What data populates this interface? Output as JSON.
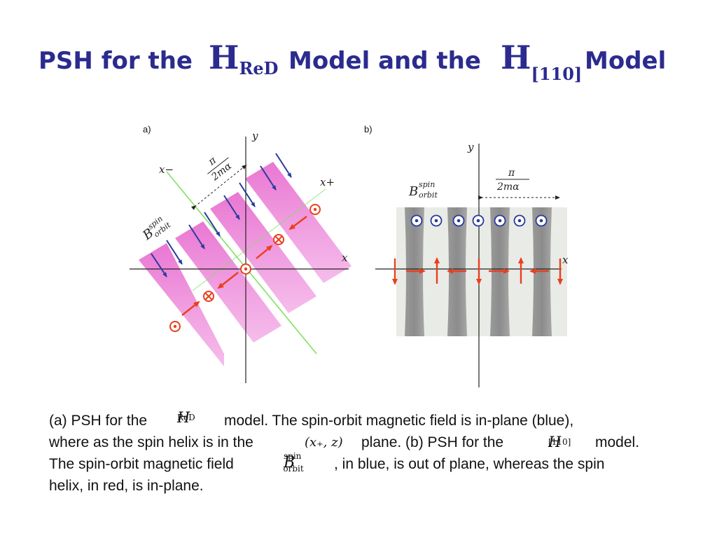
{
  "title": {
    "part1": "PSH for the",
    "math1": {
      "base": "H",
      "sub": "ReD"
    },
    "part2": "Model and the",
    "math2": {
      "base": "H",
      "sub": "[110]"
    },
    "part3": "Model"
  },
  "figure": {
    "panel_a": {
      "label": "a)",
      "x_axis": "x",
      "y_axis": "y",
      "x_minus": "x−",
      "x_plus": "x+",
      "period_num": "π",
      "period_den": "2mα",
      "field_label_base": "B",
      "field_label_sup": "spin",
      "field_label_sub": "orbit"
    },
    "panel_b": {
      "label": "b)",
      "x_axis": "x",
      "y_axis": "y",
      "period_num": "π",
      "period_den": "2mα",
      "field_label_base": "B",
      "field_label_sup": "spin",
      "field_label_sub": "orbit"
    },
    "colors": {
      "stripe_pink": "#e86fd0",
      "blue_arrow": "#2a3a9a",
      "red_arrow": "#e8401e",
      "green_line": "#7be05a",
      "title_blue": "#2b2b8f"
    }
  },
  "caption": {
    "l1_a": "(a) PSH for the",
    "l1_math": {
      "base": "H",
      "sub": "ReD"
    },
    "l1_b": "model. The spin-orbit magnetic field is in-plane (blue),",
    "l2_a": "where as the spin helix is in the",
    "l2_math": "(x₊, z)",
    "l2_b": "plane. (b) PSH for the",
    "l2_math2": {
      "base": "H",
      "sub": "[110]"
    },
    "l2_c": "model.",
    "l3_a": "The spin-orbit magnetic field",
    "l3_math": {
      "base": "B",
      "sup": "spin",
      "sub": "orbit"
    },
    "l3_b": ", in blue, is out of plane, whereas the spin",
    "l4": "helix, in red, is in-plane."
  }
}
